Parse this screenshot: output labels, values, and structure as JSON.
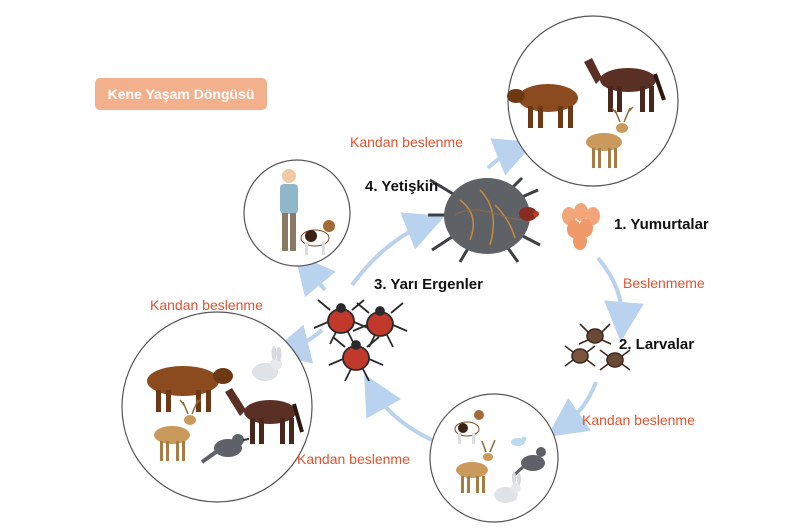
{
  "title": "Kene Yaşam Döngüsü",
  "stages": {
    "eggs": "1. Yumurtalar",
    "larvae": "2. Larvalar",
    "nymphs": "3. Yarı Ergenler",
    "adult": "4. Yetişkin"
  },
  "feeding_labels": {
    "adult_to_large_animals": "Kandan beslenme",
    "eggs_to_larvae": "Beslenmeme",
    "larvae_to_small_animals": "Kandan beslenme",
    "small_animals_to_nymphs": "Kandan beslenme",
    "nymphs_to_hosts": "Kandan beslenme"
  },
  "colors": {
    "badge": "#f3b08c",
    "feed_text": "#e2522f",
    "arrow": "#b9d3ef",
    "tick_red": "#c0392b",
    "tick_grey": "#5e6166",
    "egg": "#f3a679"
  }
}
